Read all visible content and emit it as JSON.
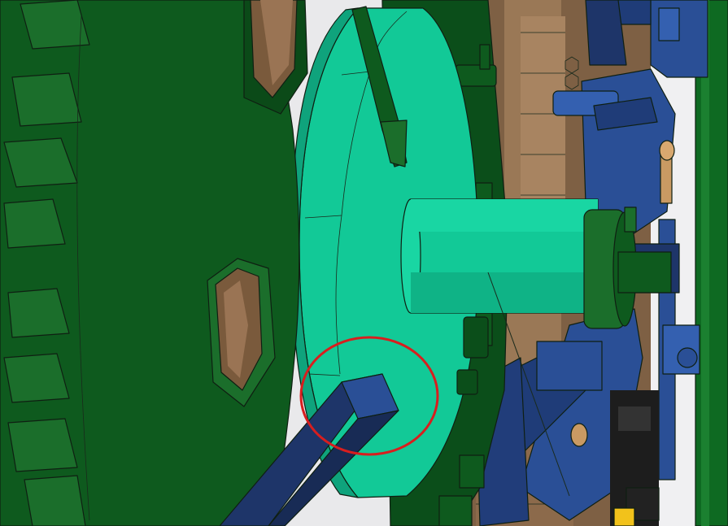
{
  "view": {
    "description_name": "cad-viewport",
    "colors": {
      "background": "#e9e9eb",
      "gear_green": "#0e5a1e",
      "gear_edge": "#1b6e2b",
      "disc_teal": "#12c997",
      "disc_teal_light": "#19d6a3",
      "shaft_blue": "#1e3569",
      "part_blue": "#2a4f96",
      "wood_brown": "#8a6a49",
      "annotation_red": "#d81e1e",
      "accent_yellow": "#f2c21b"
    },
    "annotation": {
      "shape": "ellipse",
      "color": "red"
    }
  }
}
